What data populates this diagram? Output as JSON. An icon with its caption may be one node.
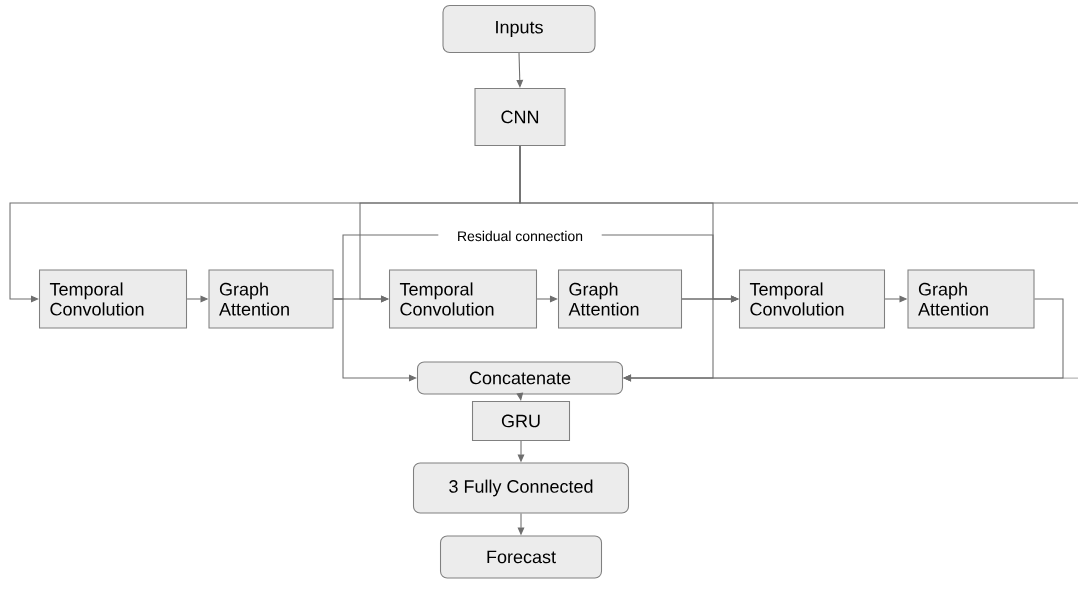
{
  "diagram": {
    "nodes": [
      {
        "text": [
          "Inputs"
        ]
      },
      {
        "text": [
          "CNN"
        ]
      },
      {
        "text": [
          "Temporal Convolution"
        ]
      },
      {
        "text": [
          "Graph Attention"
        ]
      },
      {
        "text": [
          "Temporal Convolution"
        ]
      },
      {
        "text": [
          "Graph Attention"
        ]
      },
      {
        "text": [
          "Temporal Convolution"
        ]
      },
      {
        "text": [
          "Graph Attention"
        ]
      },
      {
        "text": [
          "Concatenate"
        ]
      },
      {
        "text": [
          "GRU"
        ]
      },
      {
        "text": [
          "3 Fully Connected"
        ]
      },
      {
        "text": [
          "Forecast"
        ]
      }
    ],
    "edges": [
      {
        "from": 0,
        "to": 1,
        "arrow": "to"
      },
      {
        "from": 1,
        "to": 2,
        "arrow": "to"
      },
      {
        "from": 1,
        "to": 4,
        "arrow": "to"
      },
      {
        "from": 1,
        "to": 6,
        "arrow": "to"
      },
      {
        "from": 1,
        "to": null,
        "arrow": "none"
      },
      {
        "from": 2,
        "to": 3,
        "arrow": "to"
      },
      {
        "from": 3,
        "to": 4,
        "arrow": "to"
      },
      {
        "from": 4,
        "to": 5,
        "arrow": "to"
      },
      {
        "from": 5,
        "to": 6,
        "arrow": "to"
      },
      {
        "from": 6,
        "to": 7,
        "arrow": "to"
      },
      {
        "from": 3,
        "to": 6,
        "arrow": "to",
        "label": "Residual connection"
      },
      {
        "from": 3,
        "to": 8,
        "arrow": "to"
      },
      {
        "from": 5,
        "to": 8,
        "arrow": "to"
      },
      {
        "from": 7,
        "to": 8,
        "arrow": "to"
      },
      {
        "from": null,
        "to": 8,
        "arrow": "to"
      },
      {
        "from": 8,
        "to": 9,
        "arrow": "to"
      },
      {
        "from": 9,
        "to": 10,
        "arrow": "to"
      },
      {
        "from": 10,
        "to": 11,
        "arrow": "to"
      }
    ]
  }
}
